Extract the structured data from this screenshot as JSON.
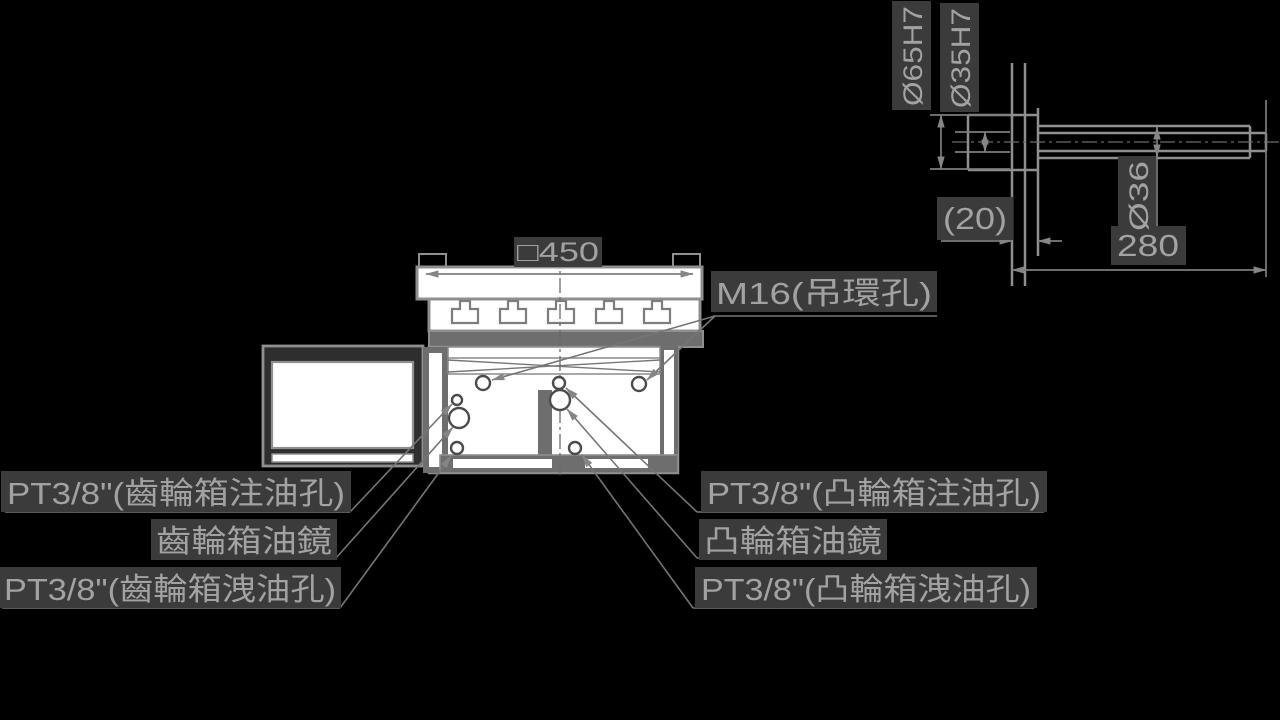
{
  "drawing_type": "mechanical-cad-drawing",
  "colors": {
    "background": "#000000",
    "structure_line": "#8f8f8f",
    "dimension_line": "#7d7d7d",
    "text": "#a2a2a2",
    "label_highlight_box": "#3b3b3b",
    "body_fill": "#ffffff",
    "band_fill": "#6e6e6e"
  },
  "main_view": {
    "width_dim": "□450",
    "lifting_hole_label": "M16(吊環孔)",
    "gearbox_fill_label": "PT3/8\"(齒輪箱注油孔)",
    "gearbox_sight_label": "齒輪箱油鏡",
    "gearbox_drain_label": "PT3/8\"(齒輪箱洩油孔)",
    "cambox_fill_label": "PT3/8\"(凸輪箱注油孔)",
    "cambox_sight_label": "凸輪箱油鏡",
    "cambox_drain_label": "PT3/8\"(凸輪箱洩油孔)"
  },
  "detail_view": {
    "outer_bore_dim": "Ø65H7",
    "inner_bore_dim": "Ø35H7",
    "shaft_dia_dim": "Ø36",
    "offset_dim": "(20)",
    "length_dim": "280"
  }
}
